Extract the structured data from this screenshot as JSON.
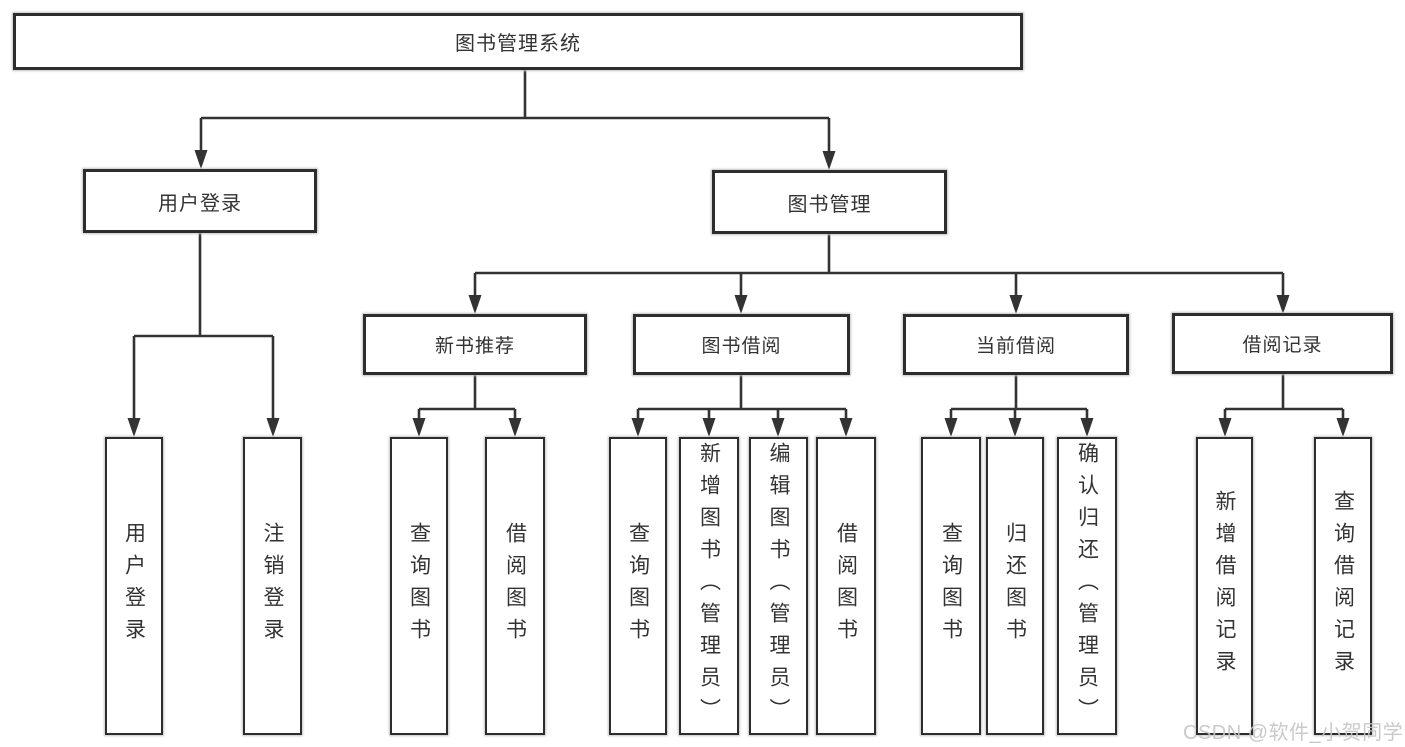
{
  "diagram": {
    "root": {
      "label": "图书管理系统"
    },
    "branches": [
      {
        "label": "用户登录",
        "children": [
          "用户登录",
          "注销登录"
        ]
      },
      {
        "label": "图书管理",
        "sections": [
          {
            "label": "新书推荐",
            "children": [
              "查询图书",
              "借阅图书"
            ]
          },
          {
            "label": "图书借阅",
            "children": [
              "查询图书",
              "新增图书（管理员）",
              "编辑图书（管理员）",
              "借阅图书"
            ]
          },
          {
            "label": "当前借阅",
            "children": [
              "查询图书",
              "归还图书",
              "确认归还（管理员）"
            ]
          },
          {
            "label": "借阅记录",
            "children": [
              "新增借阅记录",
              "查询借阅记录"
            ]
          }
        ]
      }
    ]
  },
  "watermark": {
    "text": "CSDN @软件_小贺同学"
  },
  "colors": {
    "background": "#ffffff",
    "line": "#333333",
    "box_border": "#2d2d2d",
    "text": "#333333",
    "watermark": "#c6c6c6"
  }
}
